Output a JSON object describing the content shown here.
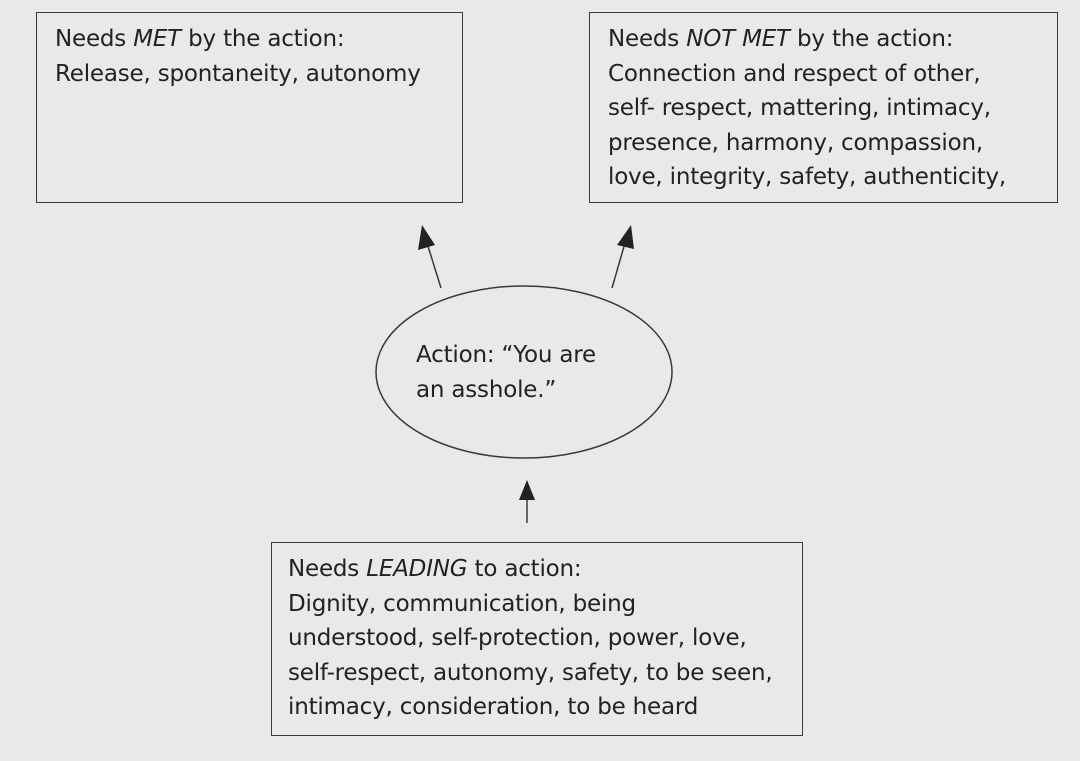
{
  "met_box": {
    "prefix": "Needs ",
    "emphasis": "MET",
    "suffix": " by the action:",
    "lines": [
      "Release, spontaneity, autonomy"
    ]
  },
  "not_met_box": {
    "prefix": "Needs ",
    "emphasis": "NOT MET",
    "suffix": " by the action:",
    "lines": [
      "Connection and respect of other,",
      "self- respect, mattering, intimacy,",
      "presence, harmony, compassion,",
      "love, integrity, safety, authenticity,"
    ]
  },
  "action": {
    "lines": [
      "Action: “You are",
      "an asshole.”"
    ]
  },
  "leading_box": {
    "prefix": "Needs ",
    "emphasis": "LEADING",
    "suffix": " to action:",
    "lines": [
      "Dignity, communication, being",
      "understood, self-protection, power, love,",
      "self-respect, autonomy, safety, to be seen,",
      "intimacy, consideration, to be heard"
    ]
  },
  "colors": {
    "background": "#ebe9e8",
    "stroke": "#3a3a3a",
    "text": "#222222"
  }
}
